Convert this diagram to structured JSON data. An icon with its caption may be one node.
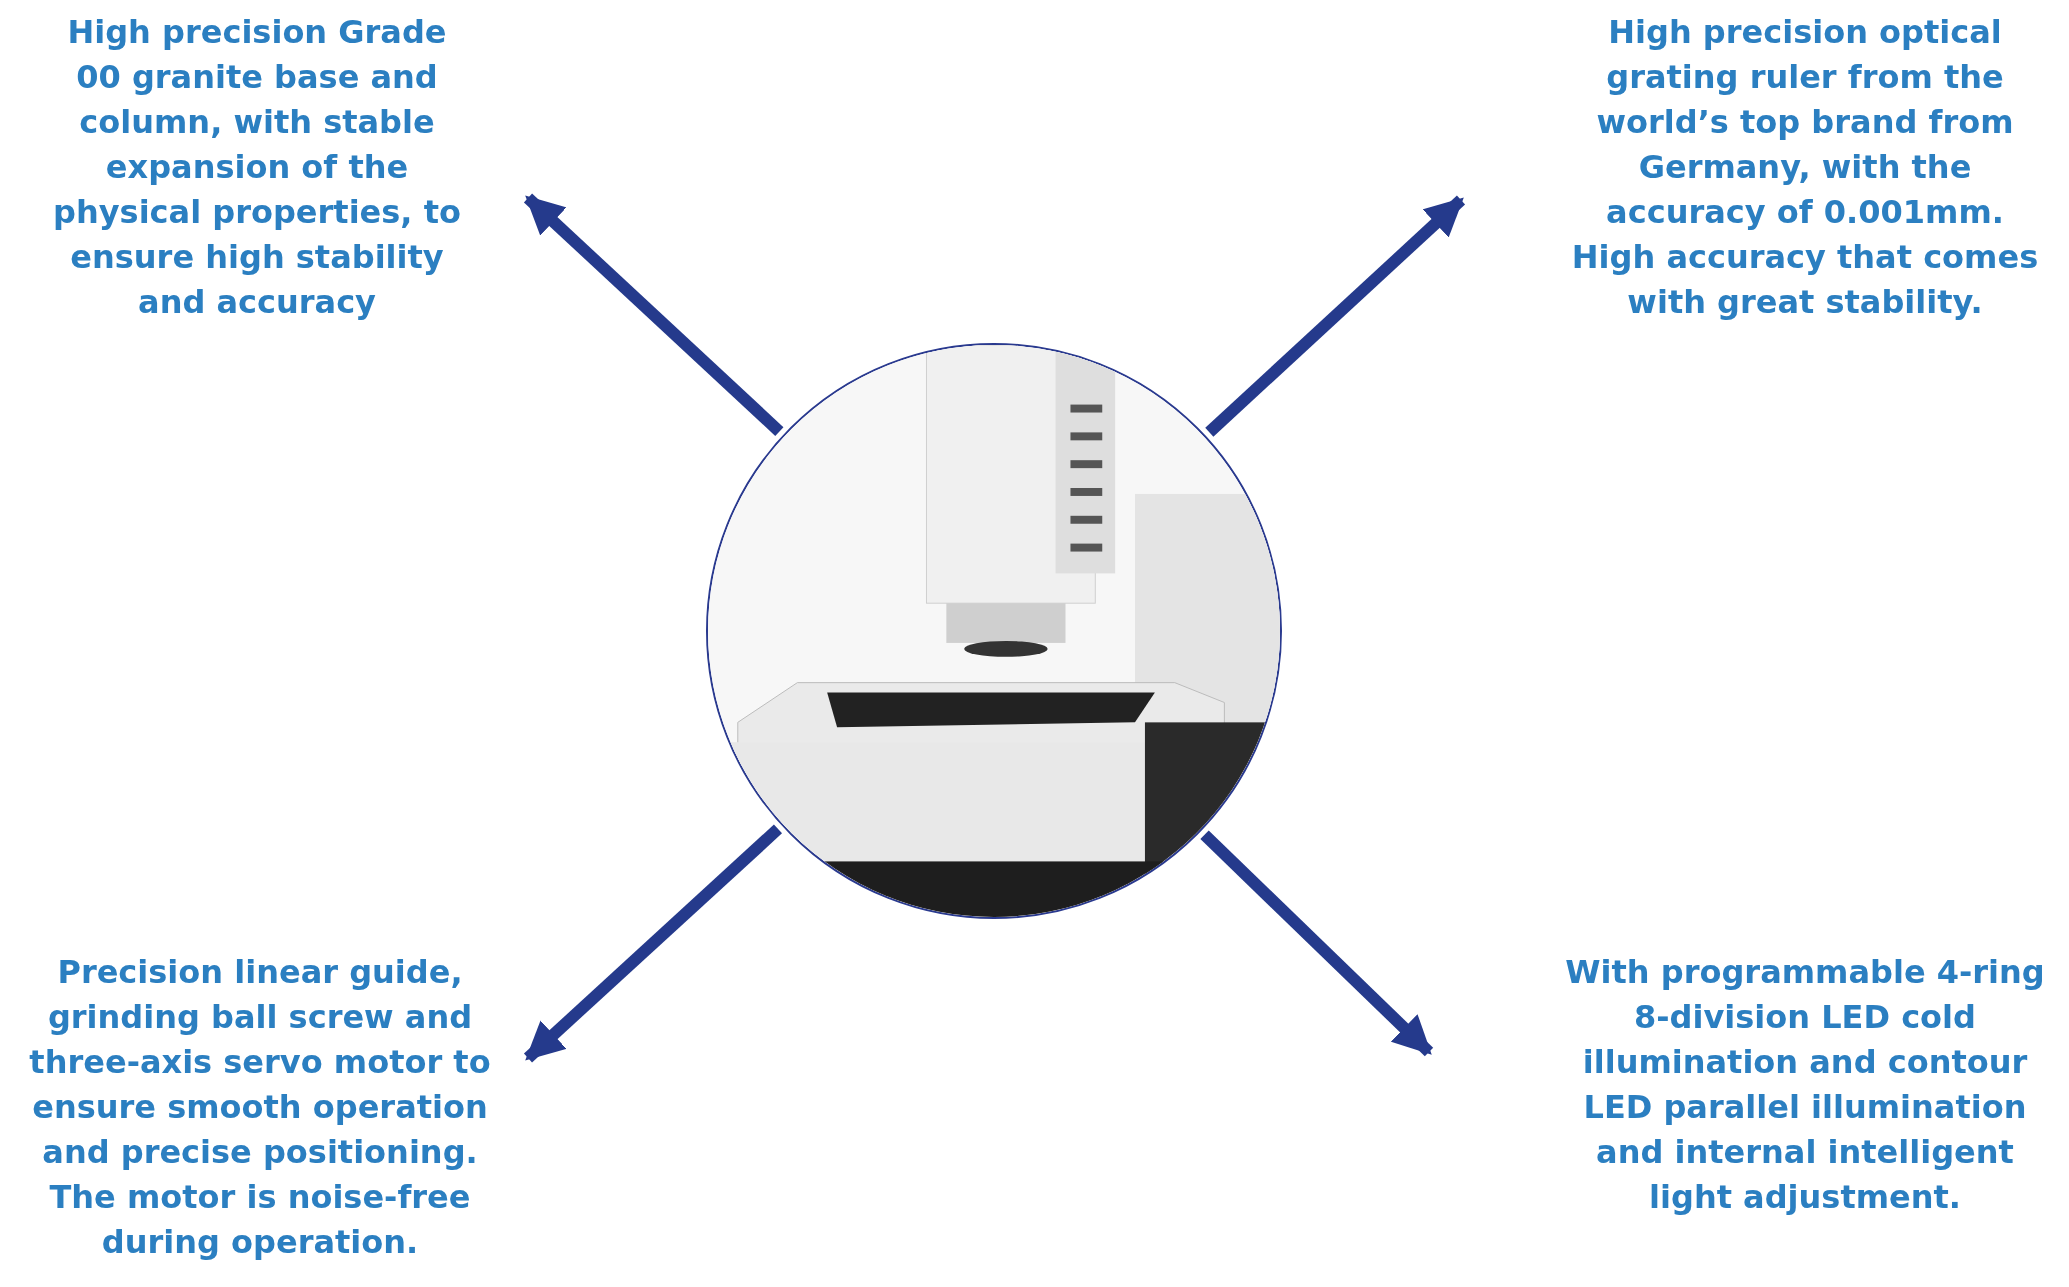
{
  "diagram": {
    "nodes": [
      {
        "text": [],
        "shape": "picture"
      },
      {
        "text": [
          "High precision Grade 00 granite base and column, with stable expansion of the physical properties, to ensure high stability and accuracy"
        ]
      },
      {
        "text": [
          "High precision optical grating ruler from the world’s top brand from Germany, with the accuracy of 0.001mm. High accuracy that comes with great stability."
        ]
      },
      {
        "text": [
          "Precision linear guide, grinding ball screw and three-axis servo motor to ensure smooth operation and precise positioning. The motor is noise-free during operation."
        ]
      },
      {
        "text": [
          "With programmable 4-ring 8-division LED cold illumination and contour LED parallel illumination and internal intelligent light adjustment."
        ]
      }
    ],
    "edges": [
      {
        "from": 0,
        "to": 1,
        "arrow": "to"
      },
      {
        "from": 0,
        "to": 2,
        "arrow": "to"
      },
      {
        "from": 0,
        "to": 3,
        "arrow": "to"
      },
      {
        "from": 0,
        "to": 4,
        "arrow": "to"
      }
    ]
  }
}
